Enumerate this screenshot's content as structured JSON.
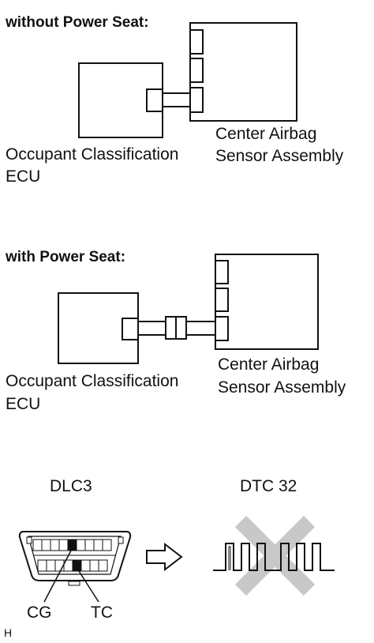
{
  "section1": {
    "heading": "without Power Seat:",
    "left_label_line1": "Occupant Classification",
    "left_label_line2": "ECU",
    "right_label_line1": "Center Airbag",
    "right_label_line2": "Sensor Assembly"
  },
  "section2": {
    "heading": "with Power Seat:",
    "left_label_line1": "Occupant Classification",
    "left_label_line2": "ECU",
    "right_label_line1": "Center Airbag",
    "right_label_line2": "Sensor Assembly"
  },
  "dlc": {
    "title": "DLC3",
    "pin_cg": "CG",
    "pin_tc": "TC"
  },
  "dtc": {
    "title": "DTC 32"
  },
  "footer": {
    "code": "H"
  },
  "colors": {
    "line": "#111111",
    "cross": "#c8c8c8",
    "pin_fill": "#111111"
  },
  "icons": {
    "arrow": "hollow-right-arrow-icon",
    "cross": "x-cross-icon",
    "connector": "obd-connector-icon"
  }
}
